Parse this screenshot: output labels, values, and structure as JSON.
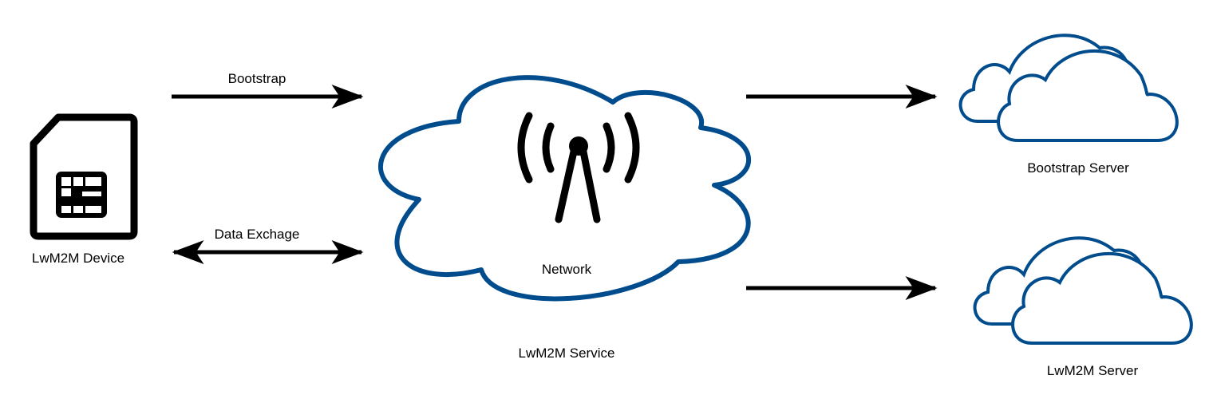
{
  "nodes": {
    "device": {
      "label": "LwM2M Device",
      "icon": "sim-card-icon"
    },
    "network": {
      "label": "Network",
      "icon": "antenna-icon"
    },
    "service": {
      "label": "LwM2M Service"
    },
    "bootstrap_server": {
      "label": "Bootstrap Server",
      "icon": "cloud-icon"
    },
    "lwm2m_server": {
      "label": "LwM2M Server",
      "icon": "cloud-icon"
    }
  },
  "edges": {
    "bootstrap": {
      "label": "Bootstrap",
      "direction": "device-to-network"
    },
    "data_exchange": {
      "label": "Data Exchage",
      "direction": "bidirectional"
    },
    "to_bootstrap_server": {
      "label": "",
      "direction": "network-to-server"
    },
    "to_lwm2m_server": {
      "label": "",
      "direction": "network-to-server"
    }
  },
  "colors": {
    "cloud_stroke": "#004C8C",
    "arrow": "#000000"
  }
}
